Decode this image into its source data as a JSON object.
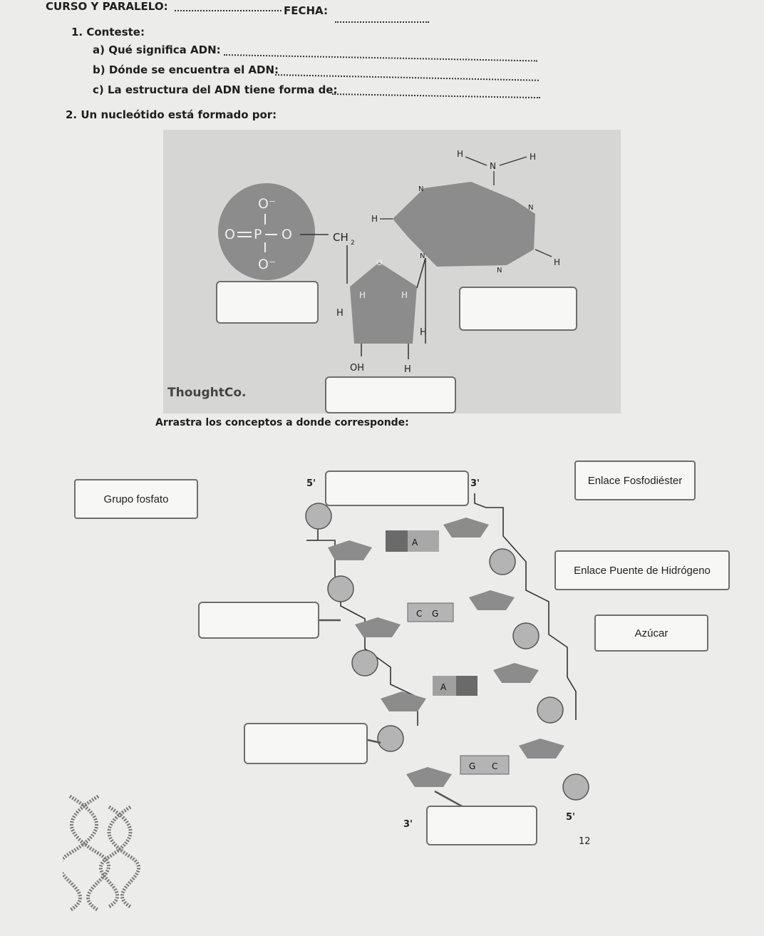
{
  "header": {
    "course_label": "CURSO Y PARALELO:",
    "date_label": "FECHA:"
  },
  "section1": {
    "title": "1.  Conteste:",
    "questions": [
      {
        "label": "a)   Qué significa ADN:"
      },
      {
        "label": "b)   Dónde se encuentra el ADN:"
      },
      {
        "label": "c)   La estructura del ADN tiene forma de:"
      }
    ]
  },
  "section2": {
    "title": "2. Un nucleótido está formado por:"
  },
  "nucleotide": {
    "phosphate_atoms": {
      "o_top": "O⁻",
      "o_left": "O",
      "p": "P",
      "o_right": "O",
      "o_bottom": "O⁻"
    },
    "ch2": "CH",
    "ch2_sub": "2",
    "sugar_atoms": {
      "o": "O",
      "h1": "H",
      "h2": "H",
      "h3": "H",
      "h4": "H",
      "oh": "OH",
      "h5": "H"
    },
    "base_atoms": {
      "h_left": "H",
      "n_top": "N",
      "h_right": "H",
      "n1": "N",
      "n2": "N",
      "h_side": "H",
      "n3": "N",
      "n4": "N",
      "h_bottom": "H"
    },
    "watermark": "ThoughtCo."
  },
  "instruction": "Arrastra los conceptos a donde corresponde:",
  "concepts": [
    {
      "label": "Grupo fosfato"
    },
    {
      "label": "Enlace Fosfodiéster"
    },
    {
      "label": "Enlace Puente de Hidrógeno"
    },
    {
      "label": "Azúcar"
    }
  ],
  "dna_diagram": {
    "end_top_left": "5'",
    "end_top_right": "3'",
    "end_bottom_left": "3'",
    "end_bottom_right": "5'",
    "pairs": [
      {
        "left": "",
        "right": "A"
      },
      {
        "left": "C",
        "right": "G"
      },
      {
        "left": "A",
        "right": ""
      },
      {
        "left": "G",
        "right": "C"
      }
    ]
  },
  "page_number": "12",
  "colors": {
    "paper": "#ececea",
    "figure_bg": "#d6d6d4",
    "shape_fill": "#8c8c8c",
    "circle_fill": "#b4b4b4",
    "base_dark": "#6a6a6a"
  }
}
